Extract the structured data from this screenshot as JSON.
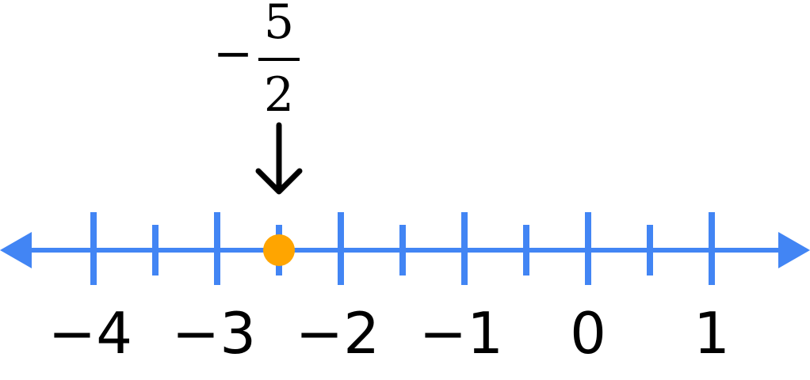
{
  "number_line": {
    "min": -4.5,
    "max": 1.5,
    "major_ticks": [
      -4,
      -3,
      -2,
      -1,
      0,
      1
    ],
    "minor_ticks": [
      -3.5,
      -2.5,
      -1.5,
      -0.5,
      0.5
    ],
    "labels": [
      "−4",
      "−3",
      "−2",
      "−1",
      "0",
      "1"
    ],
    "line_color": "#4285f4",
    "arrows": "both-ends"
  },
  "marked_point": {
    "value": -2.5,
    "color": "#ffa500",
    "label": {
      "sign": "−",
      "numerator": "5",
      "denominator": "2"
    },
    "pointer": "down-arrow-icon"
  }
}
